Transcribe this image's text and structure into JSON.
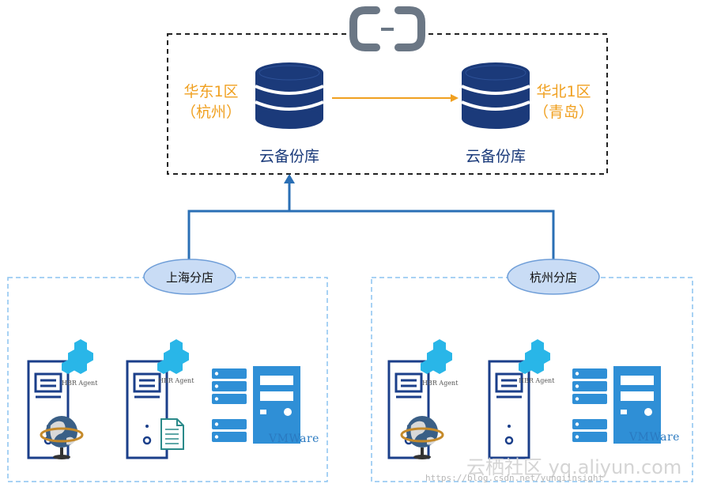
{
  "cloud": {
    "logo_icon": "aliyun-bracket-logo-icon",
    "region_left": {
      "line1": "华东1区",
      "line2": "（杭州）"
    },
    "region_right": {
      "line1": "华北1区",
      "line2": "（青岛）"
    },
    "db_left_label": "云备份库",
    "db_right_label": "云备份库"
  },
  "branches": [
    {
      "name": "上海分店",
      "agent1": "HBR Agent",
      "agent2": "HBR Agent",
      "vm_label": "VMWare"
    },
    {
      "name": "杭州分店",
      "agent1": "HBR Agent",
      "agent2": "HBR Agent",
      "vm_label": "VMWare"
    }
  ],
  "watermark": {
    "brand": "云栖社区 yq.aliyun.com",
    "url": "https://blog.csdn.net/yunqiinsight"
  },
  "colors": {
    "navy": "#1b3a7a",
    "orange": "#f0a020",
    "line_blue": "#2a6fb5",
    "server_blue": "#2f8fd6",
    "dash_blue": "#8cc4f0",
    "teal": "#29b6e8"
  }
}
